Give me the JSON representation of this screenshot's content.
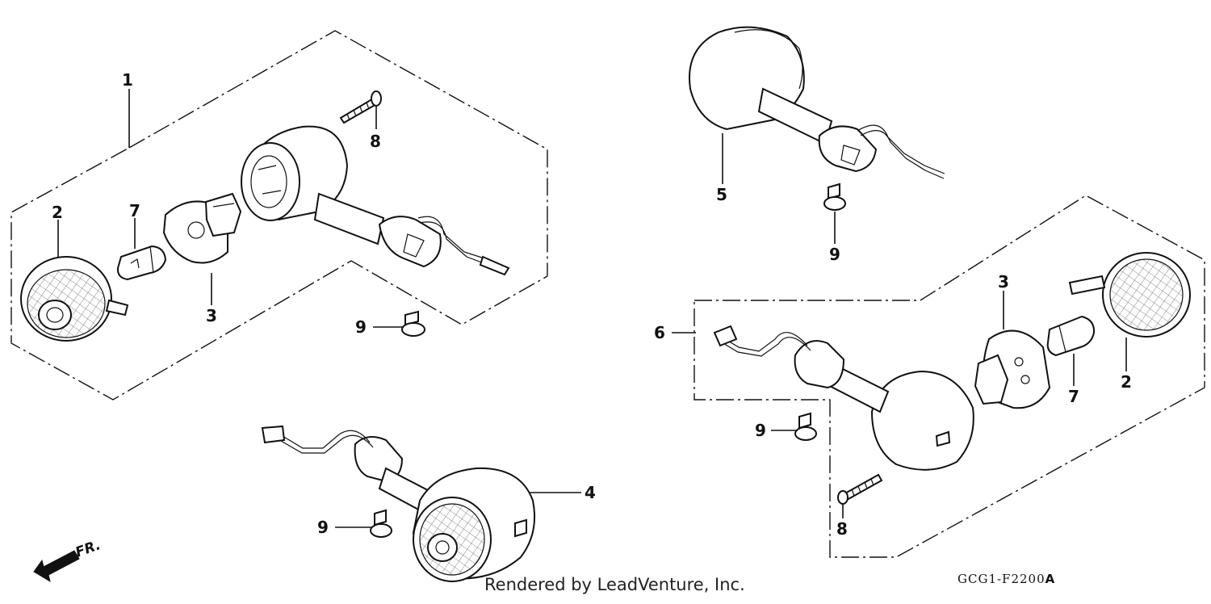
{
  "callouts": {
    "c1": "1",
    "c2a": "2",
    "c7a": "7",
    "c3a": "3",
    "c8a": "8",
    "c9a": "9",
    "c5": "5",
    "c9b": "9",
    "c6": "6",
    "c3b": "3",
    "c7b": "7",
    "c2b": "2",
    "c9c": "9",
    "c8b": "8",
    "c4": "4",
    "c9d": "9"
  },
  "front_label": "FR.",
  "credit": "Rendered by LeadVenture, Inc.",
  "diagram_code": "GCG1-F2200",
  "diagram_code_suffix": "A"
}
